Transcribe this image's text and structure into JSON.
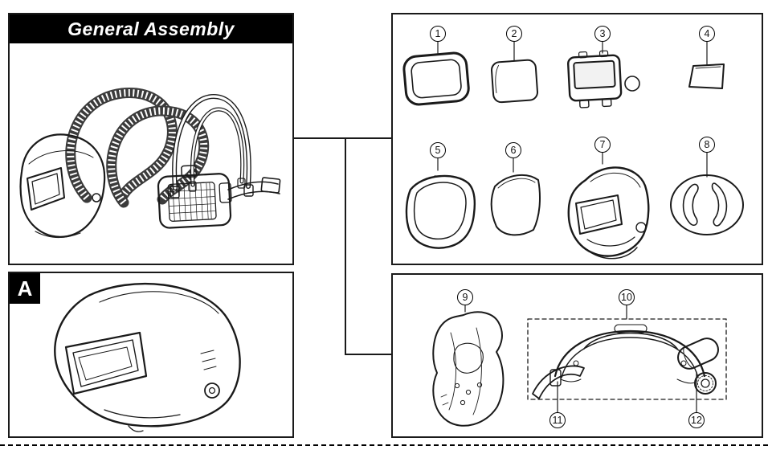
{
  "panels": {
    "general_assembly": {
      "title": "General Assembly"
    },
    "detail": {
      "label": "A"
    },
    "parts_upper": {
      "callouts": [
        "1",
        "2",
        "3",
        "4",
        "5",
        "6",
        "7",
        "8"
      ]
    },
    "parts_lower": {
      "callouts": [
        "9",
        "10",
        "11",
        "12"
      ]
    }
  }
}
